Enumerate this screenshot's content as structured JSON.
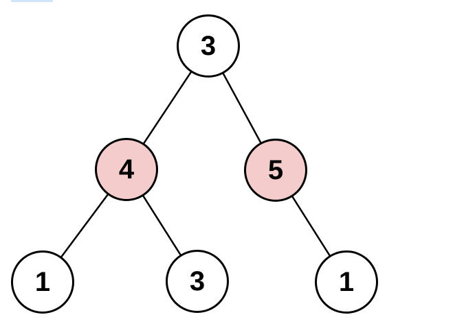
{
  "figure": {
    "type": "binary-tree-diagram"
  },
  "colors": {
    "background": "#ffffff",
    "node_fill": "#ffffff",
    "highlight_fill": "#f4cccc",
    "node_border": "#000000",
    "edge": "#000000",
    "text": "#000000",
    "artifact_bar": "#d2e3fc"
  },
  "tree": {
    "nodes": [
      {
        "id": "root",
        "value": "3",
        "highlighted": false
      },
      {
        "id": "left-child",
        "value": "4",
        "highlighted": true
      },
      {
        "id": "right-child",
        "value": "5",
        "highlighted": true
      },
      {
        "id": "left-left-leaf",
        "value": "1",
        "highlighted": false
      },
      {
        "id": "left-right-leaf",
        "value": "3",
        "highlighted": false
      },
      {
        "id": "right-right-leaf",
        "value": "1",
        "highlighted": false
      }
    ],
    "edges": [
      {
        "from": "root",
        "to": "left-child"
      },
      {
        "from": "root",
        "to": "right-child"
      },
      {
        "from": "left-child",
        "to": "left-left-leaf"
      },
      {
        "from": "left-child",
        "to": "left-right-leaf"
      },
      {
        "from": "right-child",
        "to": "right-right-leaf"
      }
    ]
  }
}
